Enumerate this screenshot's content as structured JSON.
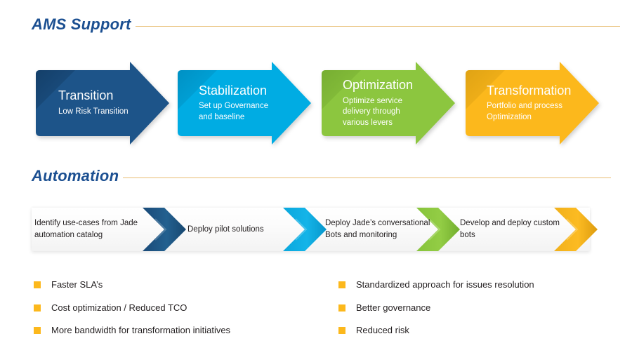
{
  "sections": {
    "ams": {
      "title": "AMS Support"
    },
    "automation": {
      "title": "Automation"
    }
  },
  "colors": {
    "heading": "#1b4f91",
    "rule": "#e8bd72",
    "dark_blue": "#1d5489",
    "light_blue": "#00ace3",
    "green": "#8cc63f",
    "orange": "#fcb81c",
    "bullet": "#fcb81c"
  },
  "ams_arrows": [
    {
      "title": "Transition",
      "subtitle": "Low Risk Transition",
      "color": "#1d5489"
    },
    {
      "title": "Stabilization",
      "subtitle": "Set up Governance and baseline",
      "color": "#00ace3"
    },
    {
      "title": "Optimization",
      "subtitle": "Optimize service delivery through various levers",
      "color": "#8cc63f"
    },
    {
      "title": "Transformation",
      "subtitle": "Portfolio and process Optimization",
      "color": "#fcb81c"
    }
  ],
  "automation_steps": [
    {
      "label": "Identify use-cases from Jade automation catalog",
      "chevron_color": "#1d5489"
    },
    {
      "label": "Deploy pilot solutions",
      "chevron_color": "#00ace3"
    },
    {
      "label": "Deploy Jade’s conversational Bots and monitoring",
      "chevron_color": "#8cc63f"
    },
    {
      "label": "Develop and deploy custom bots",
      "chevron_color": "#fcb81c"
    }
  ],
  "benefits": {
    "left": [
      "Faster SLA’s",
      "Cost optimization / Reduced TCO",
      "More bandwidth for transformation initiatives"
    ],
    "right": [
      "Standardized approach for issues resolution",
      "Better governance",
      "Reduced risk"
    ]
  }
}
